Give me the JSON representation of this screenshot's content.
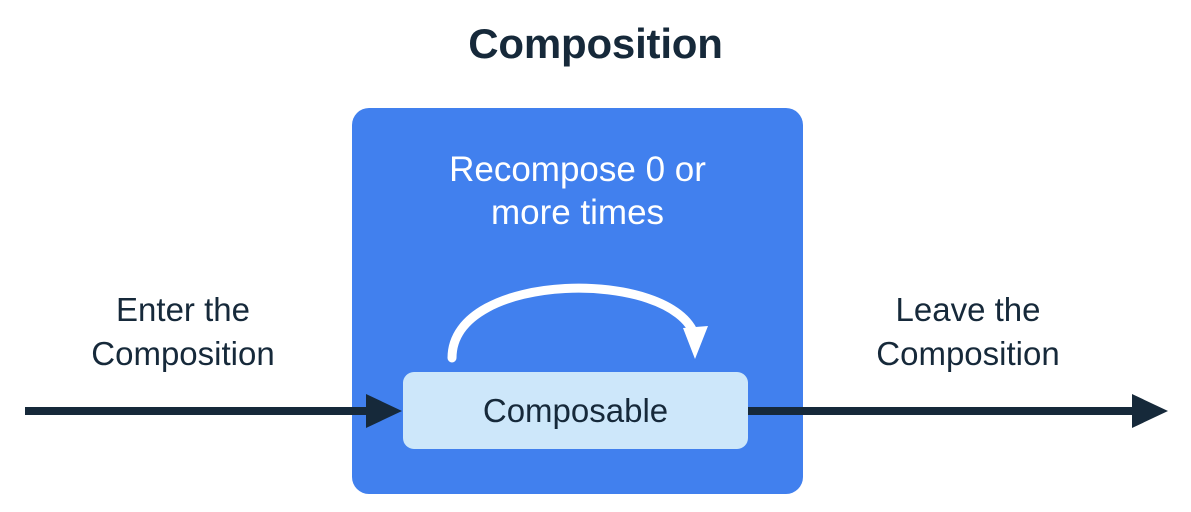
{
  "diagram": {
    "title": "Composition",
    "colors": {
      "background": "#ffffff",
      "text_dark": "#16293a",
      "composition_box": "#4180ee",
      "composable_box": "#cde7fa",
      "arrow_dark": "#16293a",
      "arrow_white": "#ffffff"
    },
    "composition_box": {
      "recompose_caption": {
        "line1": "Recompose 0 or",
        "line2": "more times"
      },
      "recompose_arrow_icon": "curved-loop-arrow-icon",
      "composable": {
        "label": "Composable"
      }
    },
    "enter": {
      "label_line1": "Enter the",
      "label_line2": "Composition",
      "arrow_icon": "arrow-right-icon"
    },
    "leave": {
      "label_line1": "Leave the",
      "label_line2": "Composition",
      "arrow_icon": "arrow-right-icon"
    }
  }
}
